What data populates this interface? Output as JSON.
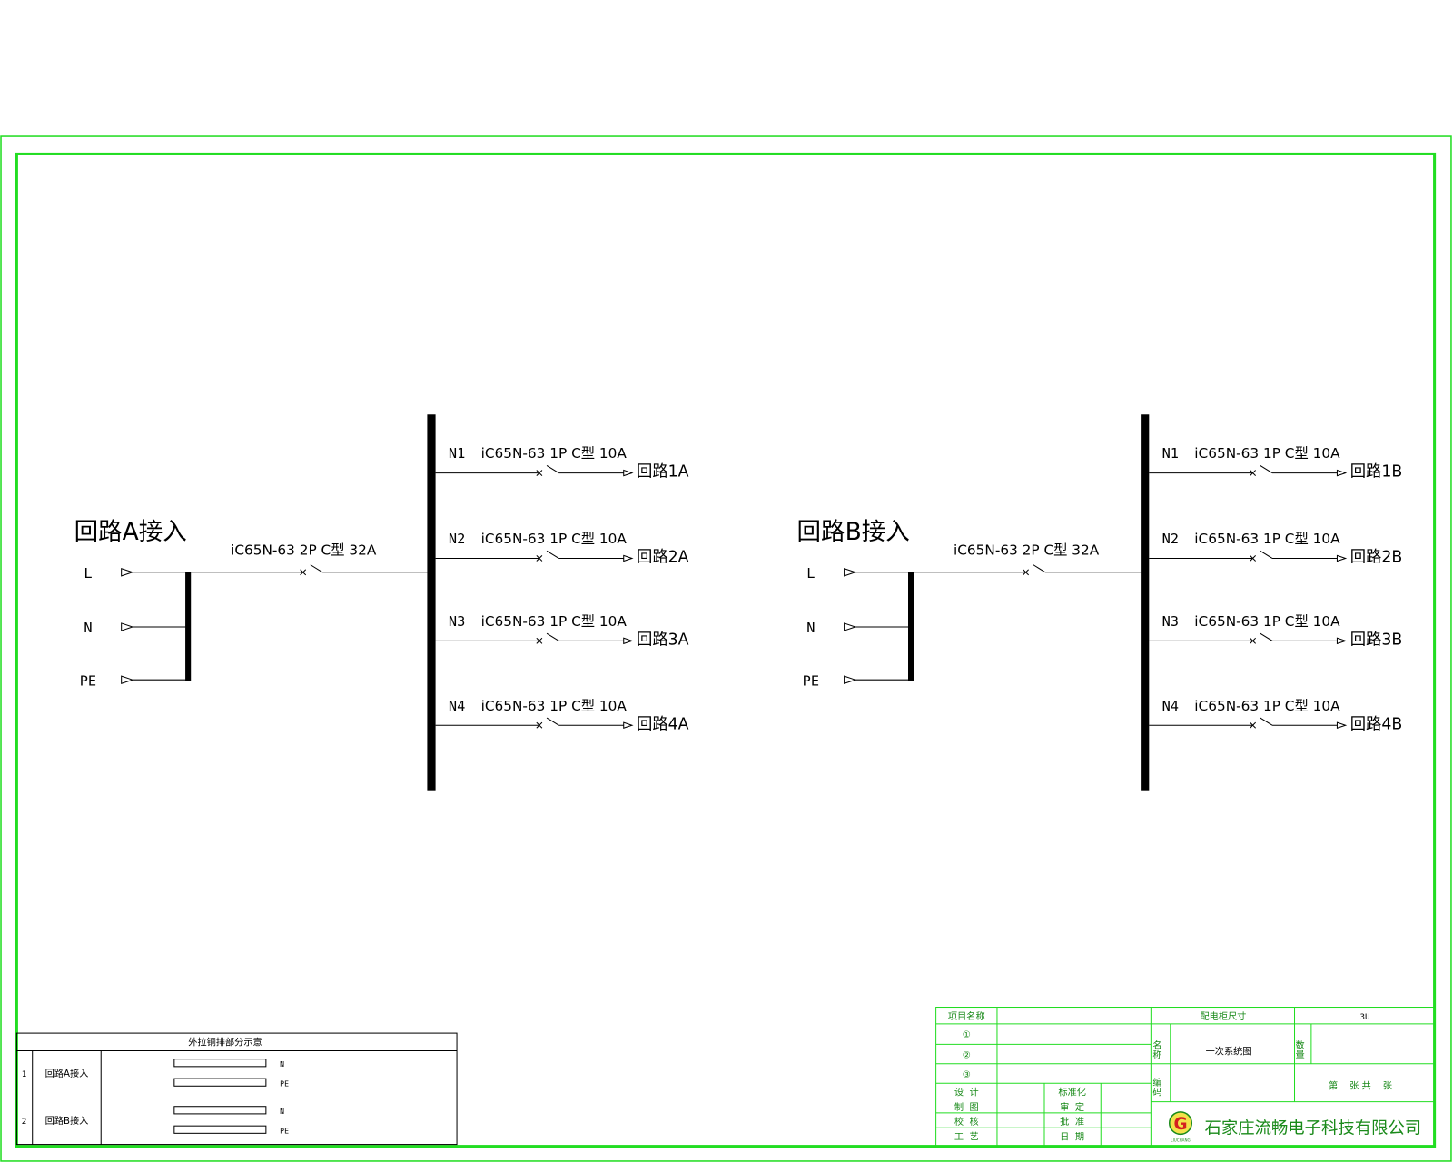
{
  "circuits": [
    {
      "title": "回路A接入",
      "inputs": [
        "L",
        "N",
        "PE"
      ],
      "main_breaker": "iC65N-63  2P  C型  32A",
      "branches": [
        {
          "id": "N1",
          "breaker": "iC65N-63  1P  C型  10A",
          "out": "回路1A"
        },
        {
          "id": "N2",
          "breaker": "iC65N-63  1P  C型  10A",
          "out": "回路2A"
        },
        {
          "id": "N3",
          "breaker": "iC65N-63  1P  C型  10A",
          "out": "回路3A"
        },
        {
          "id": "N4",
          "breaker": "iC65N-63  1P  C型  10A",
          "out": "回路4A"
        }
      ]
    },
    {
      "title": "回路B接入",
      "inputs": [
        "L",
        "N",
        "PE"
      ],
      "main_breaker": "iC65N-63  2P  C型  32A",
      "branches": [
        {
          "id": "N1",
          "breaker": "iC65N-63  1P  C型  10A",
          "out": "回路1B"
        },
        {
          "id": "N2",
          "breaker": "iC65N-63  1P  C型  10A",
          "out": "回路2B"
        },
        {
          "id": "N3",
          "breaker": "iC65N-63  1P  C型  10A",
          "out": "回路3B"
        },
        {
          "id": "N4",
          "breaker": "iC65N-63  1P  C型  10A",
          "out": "回路4B"
        }
      ]
    }
  ],
  "busbar_table": {
    "title": "外拉铜排部分示意",
    "rows": [
      {
        "no": "1",
        "name": "回路A接入",
        "bars": [
          "N",
          "PE"
        ]
      },
      {
        "no": "2",
        "name": "回路B接入",
        "bars": [
          "N",
          "PE"
        ]
      }
    ]
  },
  "title_block": {
    "project_name_label": "项目名称",
    "cabinet_size_label": "配电柜尺寸",
    "cabinet_size_value": "3U",
    "items": [
      "①",
      "②",
      "③"
    ],
    "name_label": "名称",
    "name_value": "一次系统图",
    "quantity_label": "数量",
    "code_label": "编码",
    "sheet_text": "第    张 共    张",
    "roles_left": [
      "设  计",
      "制  图",
      "校  核",
      "工  艺"
    ],
    "roles_right": [
      "标准化",
      "审  定",
      "批  准",
      "日  期"
    ],
    "company": "石家庄流畅电子科技有限公司",
    "logo_letter": "G",
    "logo_caption": "LIUCHANG"
  },
  "colors": {
    "frame": "#22dd22",
    "line": "#000000",
    "logo_red": "#d42020"
  }
}
